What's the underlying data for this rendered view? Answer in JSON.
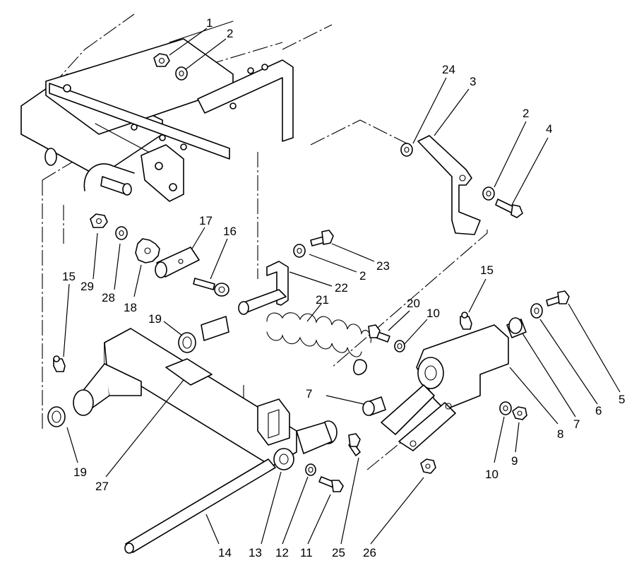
{
  "diagram": {
    "callouts": [
      {
        "id": "c1",
        "text": "1"
      },
      {
        "id": "c2a",
        "text": "2"
      },
      {
        "id": "c24",
        "text": "24"
      },
      {
        "id": "c3",
        "text": "3"
      },
      {
        "id": "c2b",
        "text": "2"
      },
      {
        "id": "c4",
        "text": "4"
      },
      {
        "id": "c17",
        "text": "17"
      },
      {
        "id": "c16",
        "text": "16"
      },
      {
        "id": "c23",
        "text": "23"
      },
      {
        "id": "c2c",
        "text": "2"
      },
      {
        "id": "c22",
        "text": "22"
      },
      {
        "id": "c15a",
        "text": "15"
      },
      {
        "id": "c29",
        "text": "29"
      },
      {
        "id": "c28",
        "text": "28"
      },
      {
        "id": "c18",
        "text": "18"
      },
      {
        "id": "c19a",
        "text": "19"
      },
      {
        "id": "c21",
        "text": "21"
      },
      {
        "id": "c20",
        "text": "20"
      },
      {
        "id": "c10a",
        "text": "10"
      },
      {
        "id": "c15b",
        "text": "15"
      },
      {
        "id": "c5",
        "text": "5"
      },
      {
        "id": "c6",
        "text": "6"
      },
      {
        "id": "c7a",
        "text": "7"
      },
      {
        "id": "c8",
        "text": "8"
      },
      {
        "id": "c7b",
        "text": "7"
      },
      {
        "id": "c9",
        "text": "9"
      },
      {
        "id": "c10b",
        "text": "10"
      },
      {
        "id": "c19b",
        "text": "19"
      },
      {
        "id": "c27",
        "text": "27"
      },
      {
        "id": "c14",
        "text": "14"
      },
      {
        "id": "c13",
        "text": "13"
      },
      {
        "id": "c12",
        "text": "12"
      },
      {
        "id": "c11",
        "text": "11"
      },
      {
        "id": "c25",
        "text": "25"
      },
      {
        "id": "c26",
        "text": "26"
      }
    ]
  }
}
